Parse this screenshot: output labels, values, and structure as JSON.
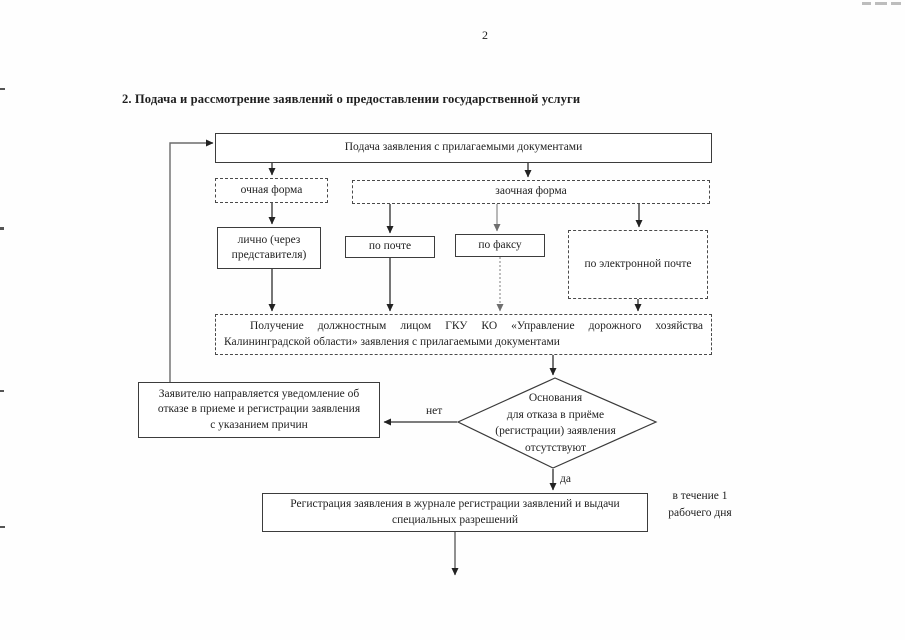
{
  "scan": {
    "page_number": "2"
  },
  "heading": "2. Подача и рассмотрение заявлений о предоставлении государственной услуги",
  "flowchart": {
    "submit": "Подача заявления с прилагаемыми документами",
    "ochnaya": "очная форма",
    "zaochnaya": "заочная форма",
    "lichno_lines": [
      "лично (через",
      "представителя)"
    ],
    "pochta": "по почте",
    "fax": "по факсу",
    "email": "по электронной почте",
    "receipt_lines": [
      "Получение  должностным  лицом  ГКУ  КО  «Управление  дорожного  хозяйства",
      "Калининградской области» заявления с прилагаемыми документами"
    ],
    "decision_lines": [
      "Основания",
      "для отказа в приёме",
      "(регистрации) заявления",
      "отсутствуют"
    ],
    "notice_lines": [
      "Заявителю направляется уведомление об",
      "отказе в приеме и регистрации заявления",
      "с указанием причин"
    ],
    "registration_lines": [
      "Регистрация заявления в журнале регистрации заявлений и выдачи",
      "специальных разрешений"
    ],
    "label_no": "нет",
    "label_yes": "да",
    "duration_lines": [
      "в течение 1",
      "рабочего дня"
    ]
  },
  "colors": {
    "ink": "#1f1f1f",
    "box_border": "#3c3c3c",
    "line_dark": "#2e2e2e",
    "line_gray": "#8a8a8a",
    "paper": "#fefefe"
  }
}
